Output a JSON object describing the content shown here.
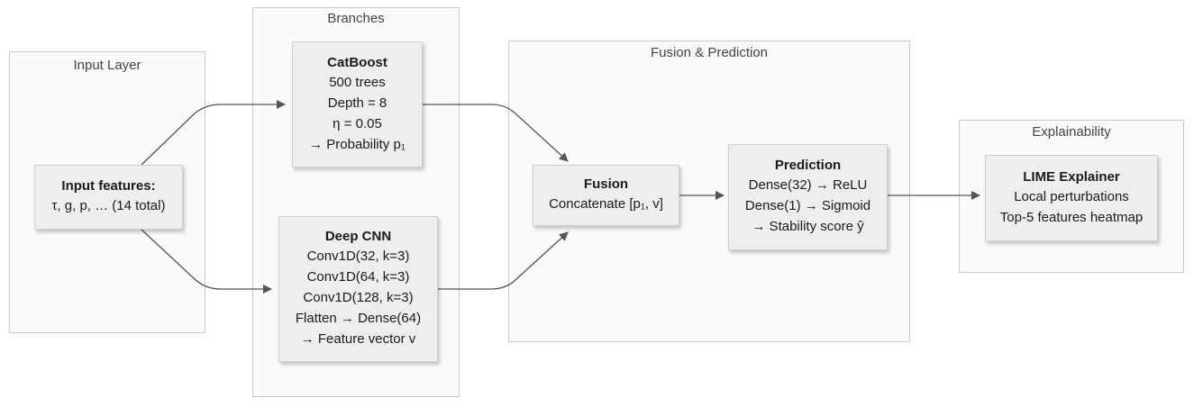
{
  "groups": {
    "input": {
      "title": "Input Layer"
    },
    "branches": {
      "title": "Branches"
    },
    "fusion": {
      "title": "Fusion & Prediction"
    },
    "explain": {
      "title": "Explainability"
    }
  },
  "nodes": {
    "input_features": {
      "title": "Input features:",
      "lines": [
        "τ, g, p, … (14 total)"
      ]
    },
    "catboost": {
      "title": "CatBoost",
      "lines": [
        "500 trees",
        "Depth = 8",
        "η = 0.05",
        "→ Probability p₁"
      ]
    },
    "deep_cnn": {
      "title": "Deep CNN",
      "lines": [
        "Conv1D(32, k=3)",
        "Conv1D(64, k=3)",
        "Conv1D(128, k=3)",
        "Flatten → Dense(64)",
        "→ Feature vector v"
      ]
    },
    "fusion": {
      "title": "Fusion",
      "lines": [
        "Concatenate [p₁, v]"
      ]
    },
    "prediction": {
      "title": "Prediction",
      "lines": [
        "Dense(32) → ReLU",
        "Dense(1) → Sigmoid",
        "→ Stability score ŷ"
      ]
    },
    "lime": {
      "title": "LIME Explainer",
      "lines": [
        "Local perturbations",
        "Top-5 features heatmap"
      ]
    }
  },
  "colors": {
    "edge": "#555555",
    "node_fill": "#eeeeee",
    "group_fill": "#fafafa"
  }
}
